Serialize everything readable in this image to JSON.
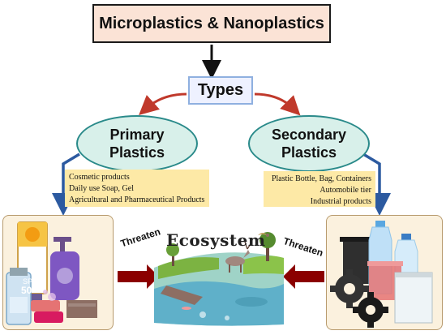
{
  "title": "Microplastics & Nanoplastics",
  "types_label": "Types",
  "primary": {
    "line1": "Primary",
    "line2": "Plastics",
    "examples": [
      "Cosmetic products",
      "Daily use Soap, Gel",
      "Agricultural and Pharmaceutical Products"
    ]
  },
  "secondary": {
    "line1": "Secondary",
    "line2": "Plastics",
    "examples": [
      "Plastic Bottle, Bag, Containers",
      "Automobile tier",
      "Industrial products"
    ]
  },
  "ecosystem_label": "Ecosystem",
  "threaten_left": "Threaten",
  "threaten_right": "Threaten",
  "icons": [
    "spf-tube-icon",
    "soap-dispenser-icon",
    "vial-icon",
    "soap-bars-icon",
    "gear-icon",
    "bottle-icon",
    "trash-bin-icon",
    "food-container-icon",
    "plastic-bag-icon",
    "deer-icon",
    "bird-icon",
    "tree-icon"
  ],
  "colors": {
    "title_fill": "#fbe3d6",
    "types_fill": "#eef1ff",
    "ellipse_fill": "#d8f0ea",
    "note_fill": "#fde9a6",
    "red_arrow": "#c0392b",
    "blue_arrow": "#2c5aa0",
    "dark_red": "#8b0000"
  },
  "spf_label": "SPF",
  "spf_value": "50"
}
